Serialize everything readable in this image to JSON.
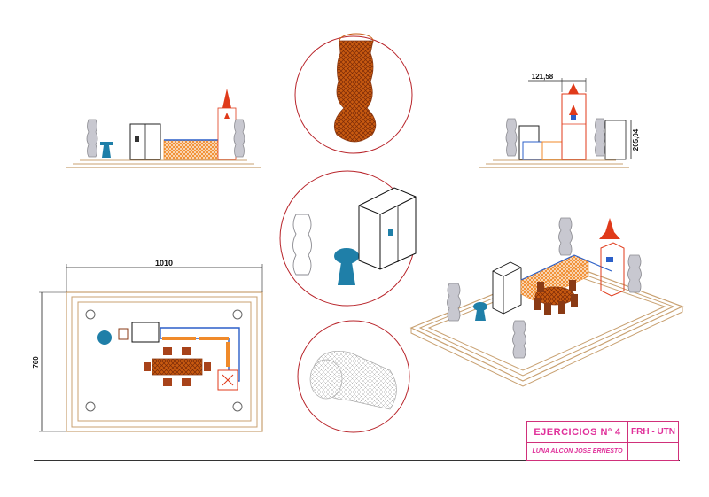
{
  "title_block": {
    "title": "EJERCICIOS Nº 4",
    "organization": "FRH - UTN",
    "author": "LUNA ALCON JOSE ERNESTO"
  },
  "dimensions": {
    "plan_width": "1010",
    "plan_height": "760",
    "elev_hood_width": "121,58",
    "elev_height": "205,04"
  },
  "colors": {
    "border_line": "#c8a070",
    "counter": "#f08a2a",
    "cabinet_blue": "#2b5fc8",
    "teal": "#1f7fa8",
    "wood": "#8a3a14",
    "circle": "#b8242a",
    "hood_red": "#e03a1a",
    "gray": "#9a9aa0",
    "title_pink": "#e0309a"
  }
}
